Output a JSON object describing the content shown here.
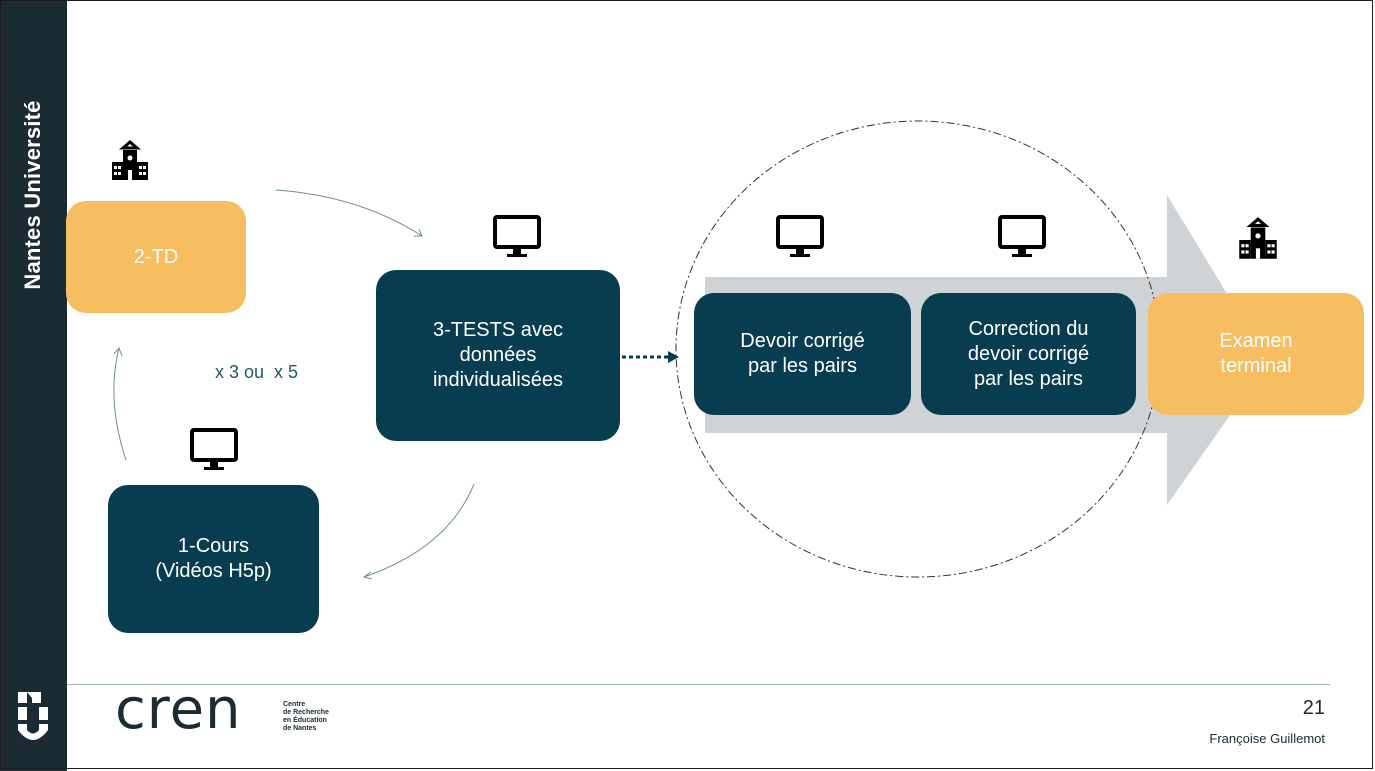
{
  "sidebar": {
    "title": "Nantes Université"
  },
  "nodes": {
    "td": {
      "label": "2-TD",
      "color": "#f7bd61"
    },
    "cours": {
      "label": "1-Cours\n(Vidéos H5p)",
      "color": "#083d50"
    },
    "tests": {
      "label": "3-TESTS avec\ndonnées\nindividualisées",
      "color": "#083d50"
    },
    "devoir": {
      "label": "Devoir corrigé\npar les pairs",
      "color": "#083d50"
    },
    "correction": {
      "label": "Correction du\ndevoir corrigé\npar les pairs",
      "color": "#083d50"
    },
    "examen": {
      "label": "Examen\nterminal",
      "color": "#f7bd61"
    }
  },
  "cycle": {
    "repetitions": "x 3 ou  x 5"
  },
  "icons": {
    "school": "school-building-icon",
    "computer": "computer-monitor-icon"
  },
  "colors": {
    "dark_blue": "#083d50",
    "orange": "#f7bd61",
    "arrow_gray": "#d0d3d6",
    "sidebar": "#1a2b33"
  },
  "footer": {
    "logo_text": "cren",
    "logo_subtitle": [
      "Centre",
      "de Recherche",
      "en Éducation",
      "de Nantes"
    ],
    "page_number": "21",
    "author": "Françoise Guillemot"
  }
}
